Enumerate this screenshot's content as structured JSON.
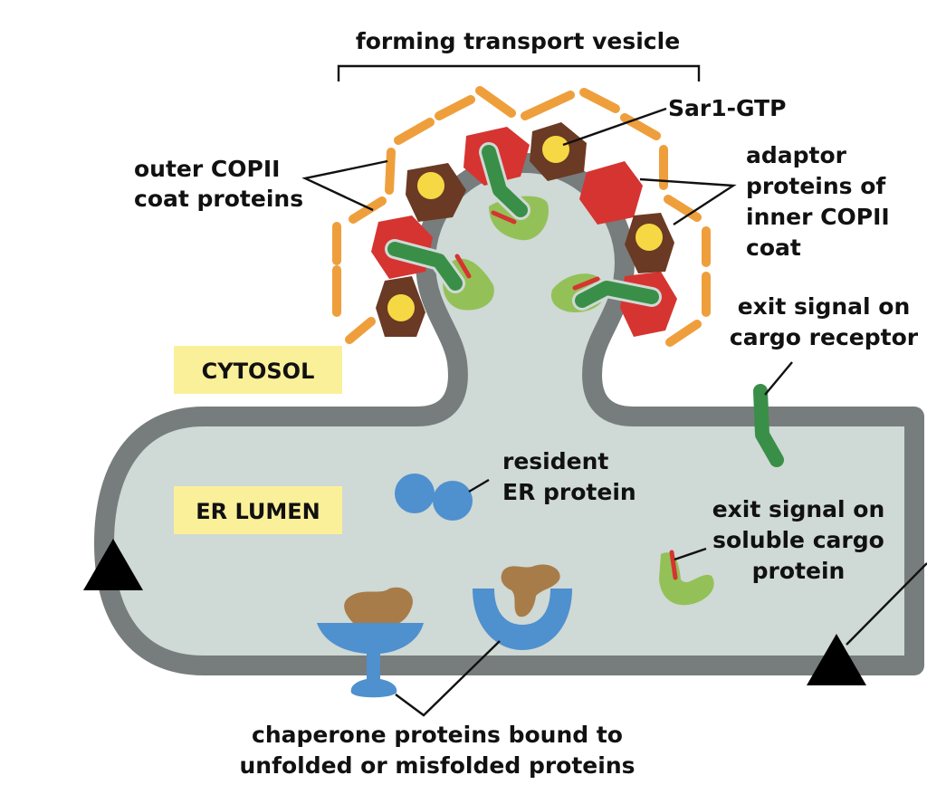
{
  "title": "forming transport vesicle",
  "labels": {
    "outer_coat": [
      "outer COPII",
      "coat proteins"
    ],
    "sar1": "Sar1-GTP",
    "adaptor": [
      "adaptor",
      "proteins of",
      "inner COPII",
      "coat"
    ],
    "exit_receptor": [
      "exit signal on",
      "cargo receptor"
    ],
    "resident": [
      "resident",
      "ER protein"
    ],
    "exit_soluble": [
      "exit signal on",
      "soluble cargo",
      "protein"
    ],
    "chaperone": [
      "chaperone proteins bound to",
      "unfolded or misfolded proteins"
    ]
  },
  "regions": {
    "cytosol": "CYTOSOL",
    "er_lumen": "ER LUMEN"
  },
  "colors": {
    "membrane": "#777d7c",
    "lumen": "#cfd9d5",
    "outer_coat": "#ee9f3c",
    "adaptor_red": "#d63431",
    "sar1_brown": "#6b3a24",
    "sar1_yellow": "#f6d844",
    "receptor_green": "#3a8f48",
    "cargo_lightgreen": "#93c158",
    "exit_signal_red": "#d63431",
    "resident_blue": "#4f90cf",
    "unfolded_brown": "#a87c48",
    "region_label_bg": "#fbf09a"
  }
}
